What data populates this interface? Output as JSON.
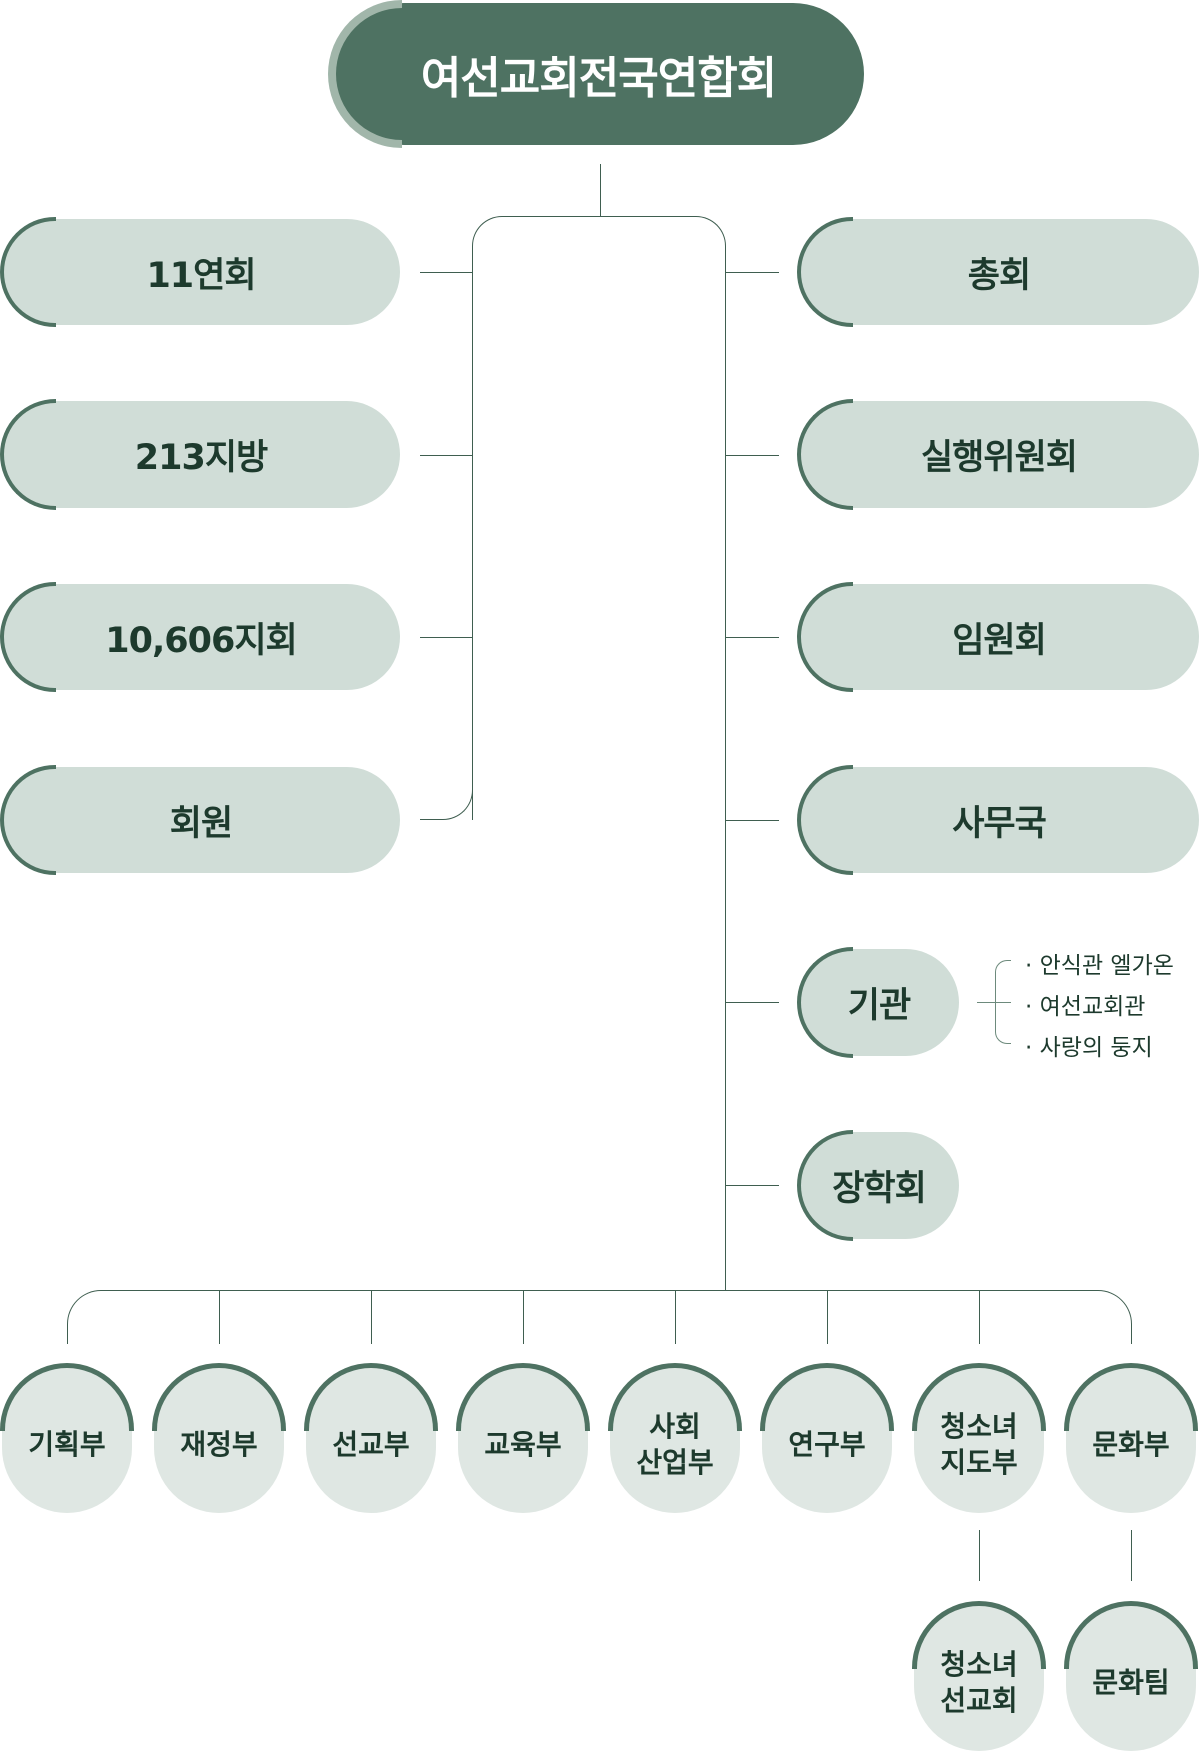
{
  "root": {
    "label": "여선교회전국연합회"
  },
  "left_nodes": [
    {
      "label": "11연회"
    },
    {
      "label": "213지방"
    },
    {
      "label": "10,606지회"
    },
    {
      "label": "회원"
    }
  ],
  "right_nodes": [
    {
      "label": "총회"
    },
    {
      "label": "실행위원회"
    },
    {
      "label": "임원회"
    },
    {
      "label": "사무국"
    },
    {
      "label": "기관"
    },
    {
      "label": "장학회"
    }
  ],
  "institutions": [
    {
      "label": "· 안식관 엘가온"
    },
    {
      "label": "· 여선교회관"
    },
    {
      "label": "· 사랑의 둥지"
    }
  ],
  "departments": [
    {
      "label": "기획부"
    },
    {
      "label": "재정부"
    },
    {
      "label": "선교부"
    },
    {
      "label": "교육부"
    },
    {
      "label": "사회\n산업부"
    },
    {
      "label": "연구부"
    },
    {
      "label": "청소녀\n지도부"
    },
    {
      "label": "문화부"
    }
  ],
  "sub_departments": [
    {
      "label": "청소녀\n선교회"
    },
    {
      "label": "문화팀"
    }
  ],
  "colors": {
    "primary": "#4e7262",
    "light": "#d0ddd7",
    "lighter": "#dfe7e3",
    "accent_arc": "#a1b6aa"
  }
}
